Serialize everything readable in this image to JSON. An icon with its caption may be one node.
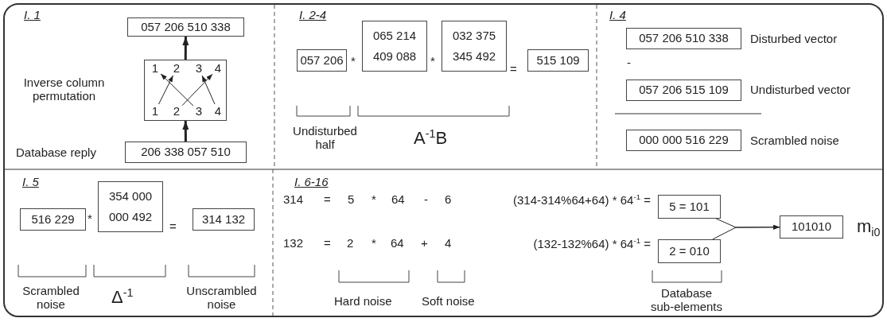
{
  "diagram": {
    "nodes": [
      {
        "text": [
          "057 206 510 338"
        ]
      },
      {
        "text": [],
        "shape": "box",
        "beside": [
          "Inverse column permutation"
        ]
      },
      {
        "text": [
          "1"
        ],
        "in": 1
      },
      {
        "text": [
          "2"
        ],
        "in": 1
      },
      {
        "text": [
          "3"
        ],
        "in": 1
      },
      {
        "text": [
          "4"
        ],
        "in": 1
      },
      {
        "text": [
          "1"
        ],
        "in": 1
      },
      {
        "text": [
          "2"
        ],
        "in": 1
      },
      {
        "text": [
          "3"
        ],
        "in": 1
      },
      {
        "text": [
          "4"
        ],
        "in": 1
      },
      {
        "text": [
          "206 338 057 510"
        ],
        "beside": [
          "Database reply"
        ]
      },
      {
        "text": [
          "057 206"
        ]
      },
      {
        "text": [
          "065 214",
          "409 088"
        ]
      },
      {
        "text": [
          "032 375",
          "345 492"
        ]
      },
      {
        "text": [
          "515 109"
        ]
      },
      {
        "text": [
          "057 206 510 338"
        ],
        "beside": [
          "Disturbed vector"
        ]
      },
      {
        "text": [
          "057 206 515 109"
        ],
        "beside": [
          "Undisturbed vector"
        ]
      },
      {
        "text": [
          "000 000 516 229"
        ],
        "beside": [
          "Scrambled noise"
        ]
      },
      {
        "text": [
          "516 229"
        ]
      },
      {
        "text": [
          "354 000",
          "000 492"
        ]
      },
      {
        "text": [
          "314 132"
        ]
      },
      {
        "text": [
          "5 = 101"
        ]
      },
      {
        "text": [
          "2 = 010"
        ]
      },
      {
        "text": [
          "101010"
        ],
        "beside": [
          "m$_{i0}$"
        ]
      }
    ],
    "edges": [
      {
        "from": 10,
        "to": 1,
        "arrow": "to",
        "style": "thick"
      },
      {
        "from": 1,
        "to": 0,
        "arrow": "to",
        "style": "thick"
      },
      {
        "from": 6,
        "to": 3,
        "arrow": "to"
      },
      {
        "from": 7,
        "to": 5,
        "arrow": "to"
      },
      {
        "from": 8,
        "to": 2,
        "arrow": "to"
      },
      {
        "from": 9,
        "to": 4,
        "arrow": "to"
      },
      {
        "from": 21,
        "to": 23,
        "arrow": "to"
      },
      {
        "from": 22,
        "to": 23,
        "arrow": "to"
      }
    ],
    "labels": [
      "I. 1",
      "I. 2-4",
      "*",
      "*",
      "=",
      "Undisturbed half",
      "A$^{-1}$B",
      "I. 4",
      "-",
      "I. 5",
      "*",
      "=",
      "Scrambled noise",
      "Δ$^{-1}$",
      "Unscrambled noise",
      "I. 6-16",
      "314",
      "=",
      "5",
      "*",
      "64",
      "-",
      "6",
      "(314-314%64+64) * 64$^{-1}$ =",
      "132",
      "=",
      "2",
      "*",
      "64",
      "+",
      "4",
      "(132-132%64) * 64$^{-1}$ =",
      "Hard noise",
      "Soft noise",
      "Database sub-elements"
    ]
  }
}
